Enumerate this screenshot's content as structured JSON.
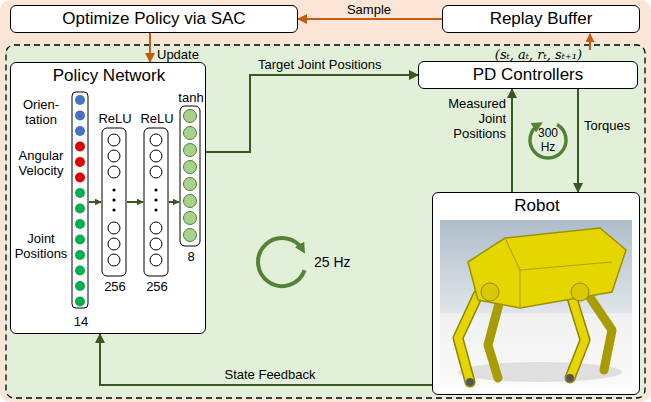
{
  "diagram": {
    "nodes": [
      {
        "text": [
          "Optimize Policy via SAC"
        ]
      },
      {
        "text": [
          "Replay Buffer"
        ]
      },
      {
        "text": [
          "Policy Network",
          "Orien- tation",
          "Angular Velocity",
          "Joint Positions",
          "ReLU",
          "ReLU",
          "tanh",
          "14",
          "256",
          "256",
          "8"
        ]
      },
      {
        "text": [
          "PD Controllers"
        ]
      },
      {
        "text": [
          "Robot"
        ]
      }
    ],
    "edges": [
      {
        "from": 1,
        "to": 0,
        "arrow": "to",
        "label": "Sample"
      },
      {
        "from": 0,
        "to": 2,
        "arrow": "to",
        "label": "Update"
      },
      {
        "from": 2,
        "to": 3,
        "arrow": "to",
        "label": "Target Joint Positions"
      },
      {
        "from": 4,
        "to": 3,
        "arrow": "to",
        "label": "Measured Joint Positions"
      },
      {
        "from": 3,
        "to": 4,
        "arrow": "to",
        "label": "Torques"
      },
      {
        "from": 4,
        "to": 2,
        "arrow": "to",
        "label": "State Feedback"
      }
    ],
    "labels": [
      "(sₜ, aₜ, rₜ, sₜ₊₁)",
      "300 Hz",
      "25 Hz"
    ]
  }
}
